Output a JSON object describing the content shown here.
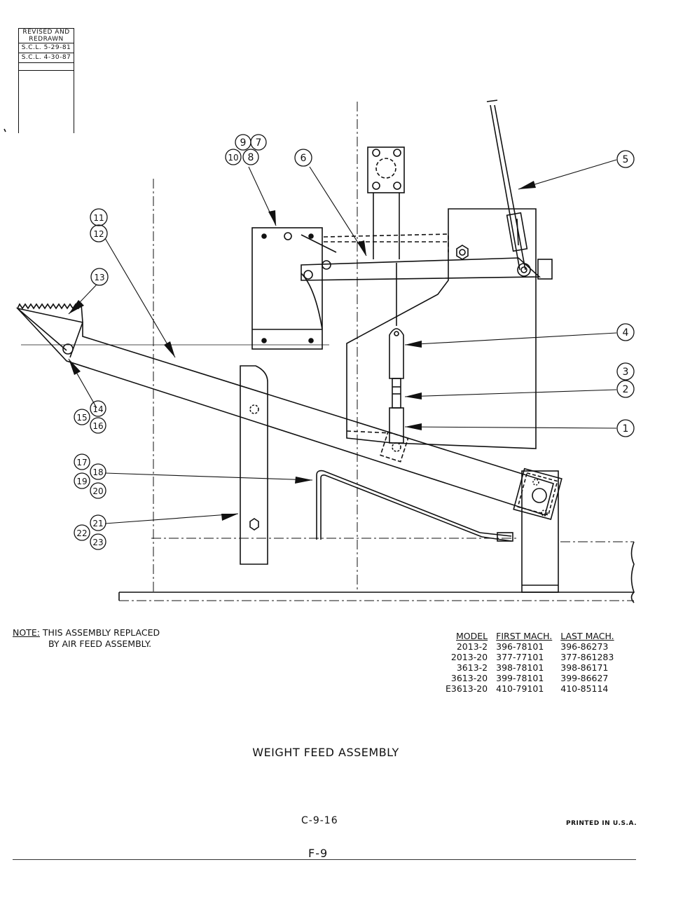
{
  "revision_box": {
    "line1": "REVISED AND",
    "line2": "REDRAWN",
    "rev1": "S.C.L. 5-29-81",
    "rev2": "S.C.L. 4-30-87"
  },
  "callouts": [
    "1",
    "2",
    "3",
    "4",
    "5",
    "6",
    "7",
    "8",
    "9",
    "10",
    "11",
    "12",
    "13",
    "14",
    "15",
    "16",
    "17",
    "18",
    "19",
    "20",
    "21",
    "22",
    "23"
  ],
  "note": {
    "label": "NOTE:",
    "line1": "THIS ASSEMBLY REPLACED",
    "line2": "BY AIR FEED ASSEMBLY."
  },
  "model_table": {
    "headers": [
      "MODEL",
      "FIRST MACH.",
      "LAST MACH."
    ],
    "rows": [
      [
        "2013-2",
        "396-78101",
        "396-86273"
      ],
      [
        "2013-20",
        "377-77101",
        "377-861283"
      ],
      [
        "3613-2",
        "398-78101",
        "398-86171"
      ],
      [
        "3613-20",
        "399-78101",
        "399-86627"
      ],
      [
        "E3613-20",
        "410-79101",
        "410-85114"
      ]
    ]
  },
  "title": "WEIGHT FEED ASSEMBLY",
  "page_code": "C-9-16",
  "printed": "PRINTED IN U.S.A.",
  "figure_number": "F-9"
}
